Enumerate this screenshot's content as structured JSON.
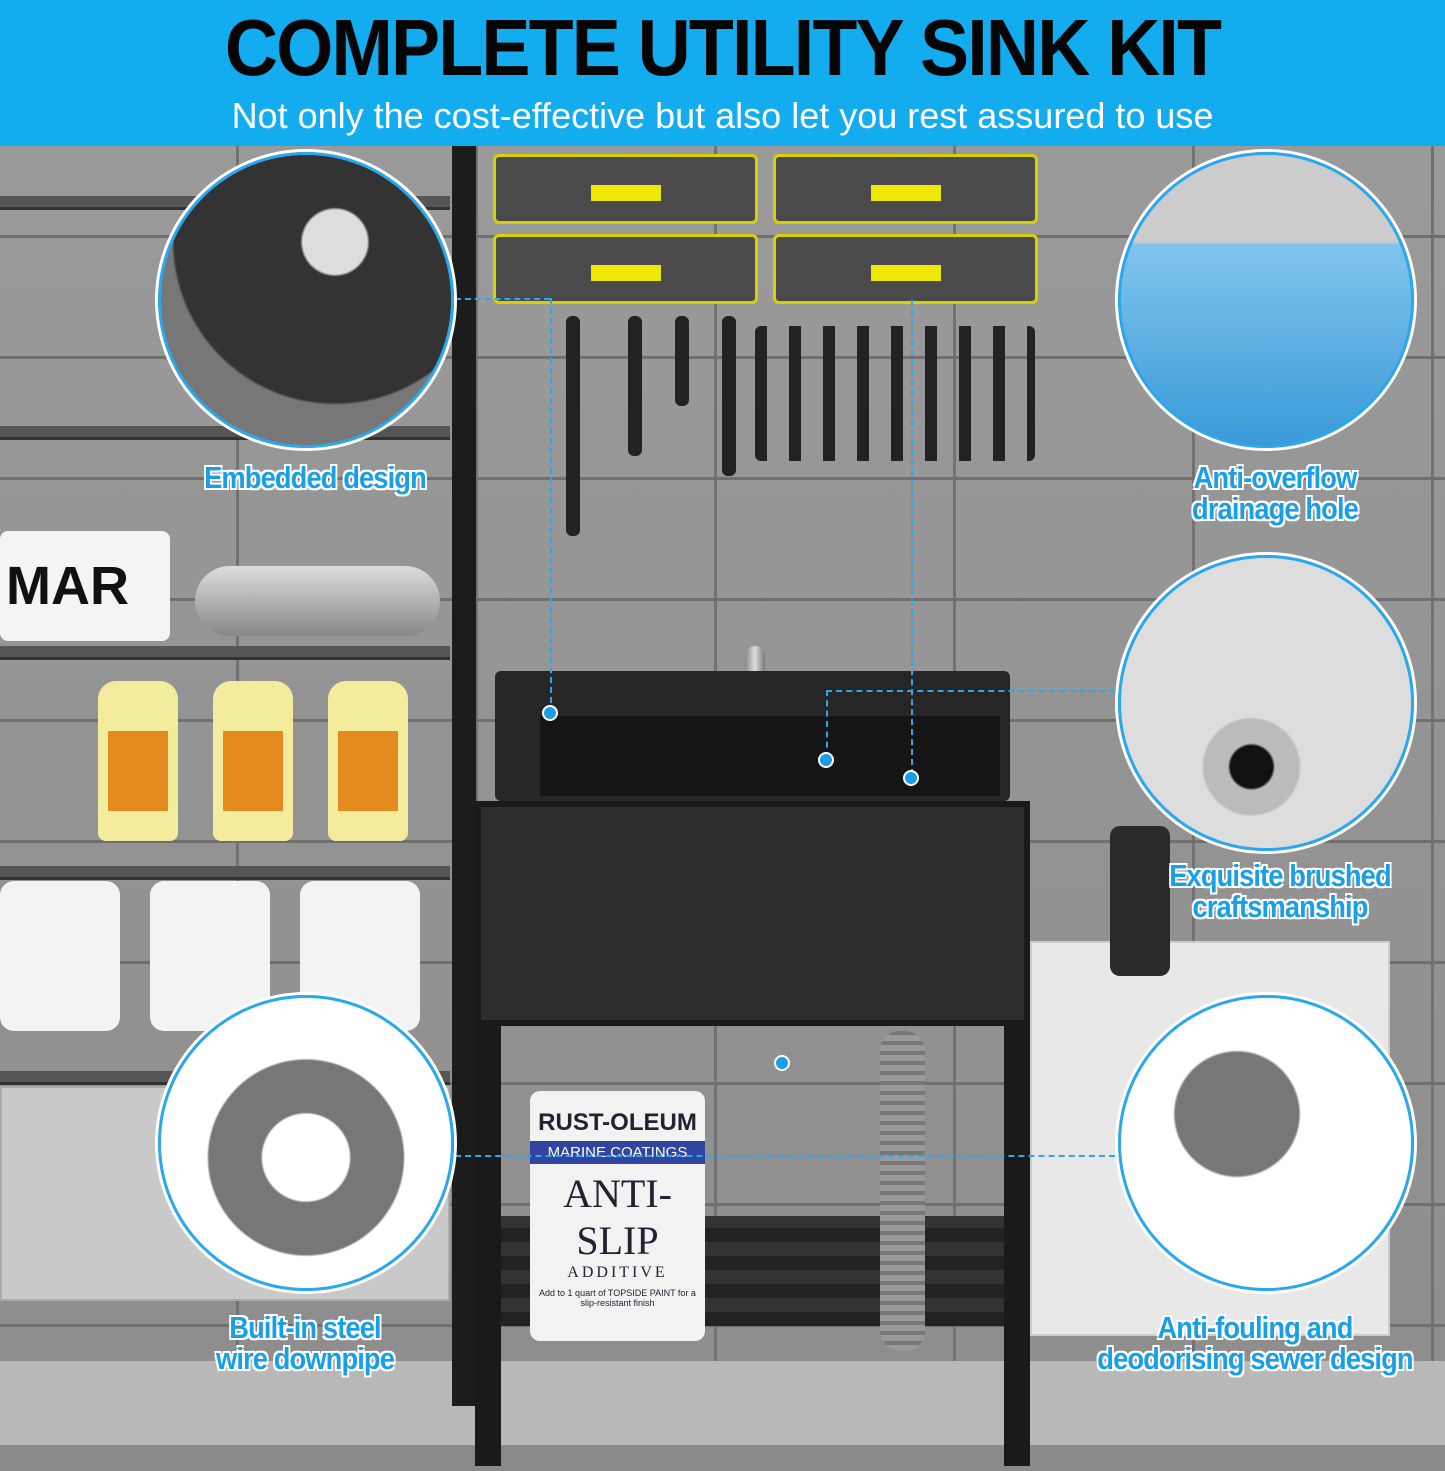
{
  "header": {
    "title": "COMPLETE UTILITY SINK KIT",
    "subtitle": "Not only the cost-effective but also let you rest assured to use"
  },
  "colors": {
    "header_bg": "#13acef",
    "label_text": "#1a9ee8",
    "callout_line": "#2aa8ee"
  },
  "scene": {
    "sign_text": "MAR",
    "paint_can": {
      "brand": "RUST-OLEUM",
      "line": "MARINE COATINGS",
      "product": "ANTI-SLIP",
      "type": "ADDITIVE",
      "note": "Add to 1 quart of TOPSIDE PAINT for a slip-resistant finish"
    }
  },
  "features": [
    {
      "label_line1": "Embedded design",
      "label_line2": ""
    },
    {
      "label_line1": "Anti-overflow",
      "label_line2": "drainage hole"
    },
    {
      "label_line1": "Exquisite brushed",
      "label_line2": "craftsmanship"
    },
    {
      "label_line1": "Built-in steel",
      "label_line2": "wire downpipe"
    },
    {
      "label_line1": "Anti-fouling and",
      "label_line2": "deodorising  sewer design"
    }
  ]
}
